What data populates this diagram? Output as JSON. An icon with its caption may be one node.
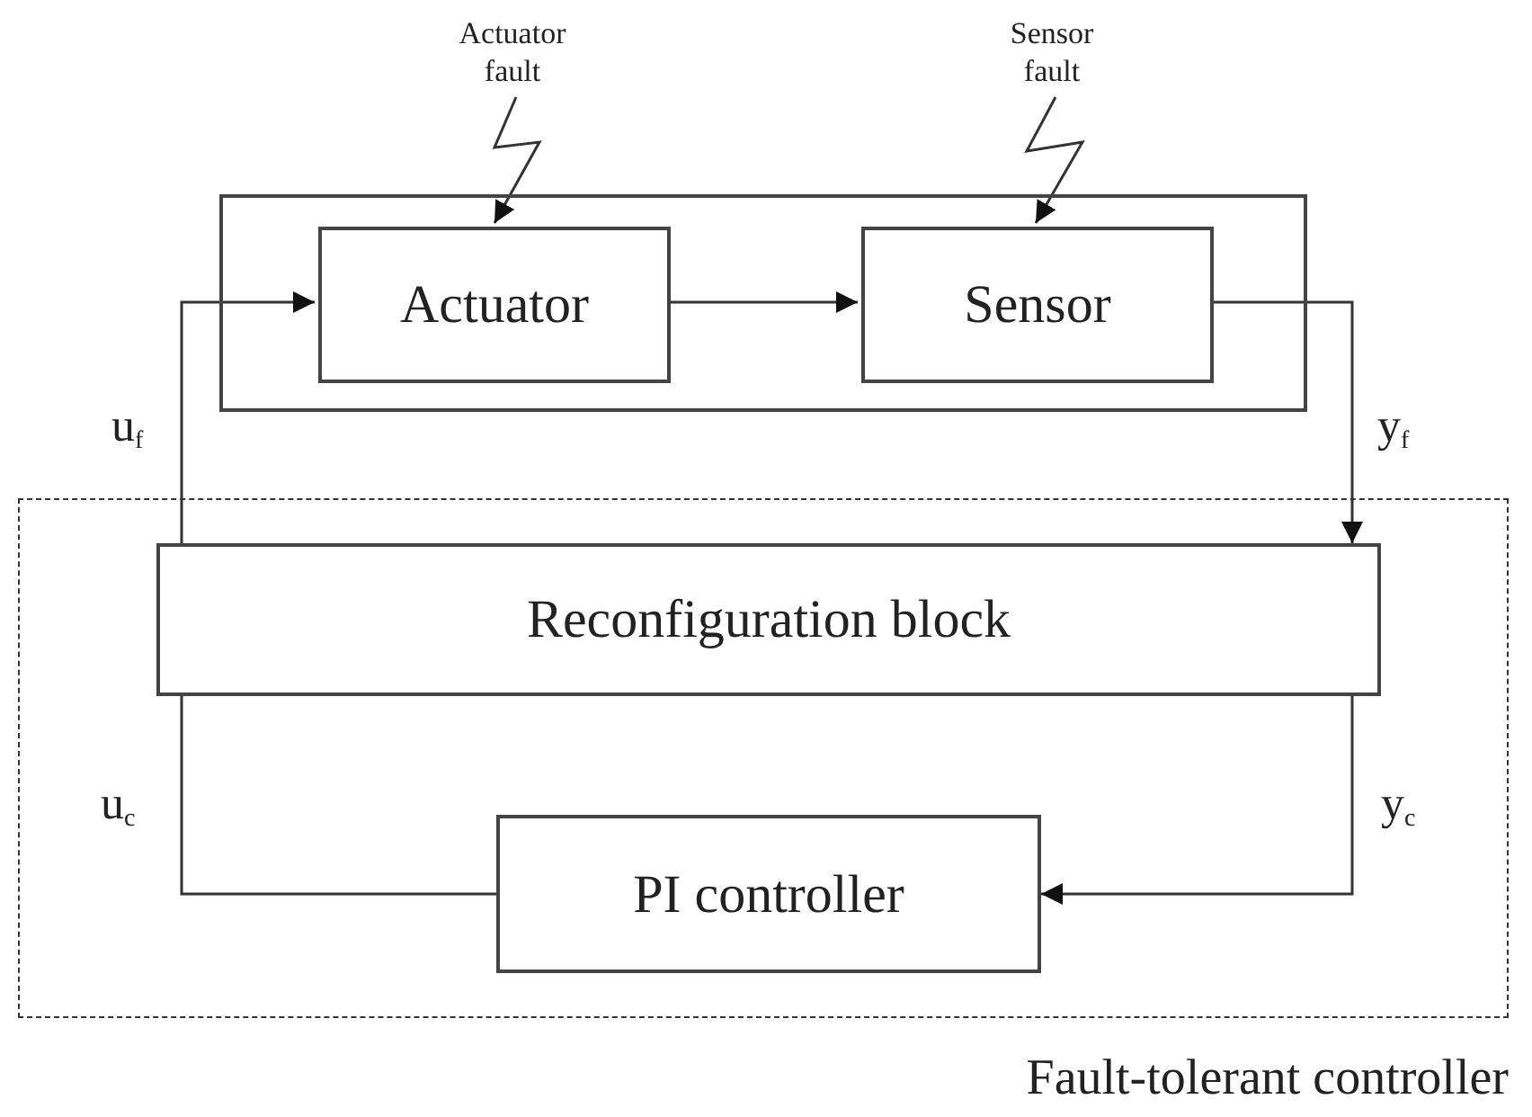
{
  "diagram": {
    "nodes": [
      {
        "text": [],
        "shape": "box"
      },
      {
        "text": [
          "Actuator"
        ],
        "in": 0
      },
      {
        "text": [
          "Sensor"
        ],
        "in": 0
      },
      {
        "text": [
          "Actuator fault"
        ]
      },
      {
        "text": [
          "Sensor fault"
        ]
      },
      {
        "text": [
          "Fault-tolerant controller"
        ]
      },
      {
        "text": [
          "Reconfiguration block"
        ],
        "in": 5
      },
      {
        "text": [
          "PI controller"
        ],
        "in": 5
      }
    ],
    "edges": [
      {
        "from": 3,
        "to": 1,
        "arrow": "to"
      },
      {
        "from": 4,
        "to": 2,
        "arrow": "to"
      },
      {
        "from": 1,
        "to": 2,
        "arrow": "to"
      },
      {
        "from": 6,
        "to": 1,
        "arrow": "to",
        "label": "u$_{f}$"
      },
      {
        "from": 2,
        "to": 6,
        "arrow": "to",
        "label": "y$_{f}$"
      },
      {
        "from": 6,
        "to": 7,
        "arrow": "to",
        "label": "y$_{c}$"
      },
      {
        "from": 7,
        "to": 6,
        "arrow": "none",
        "label": "u$_{c}$"
      }
    ]
  }
}
